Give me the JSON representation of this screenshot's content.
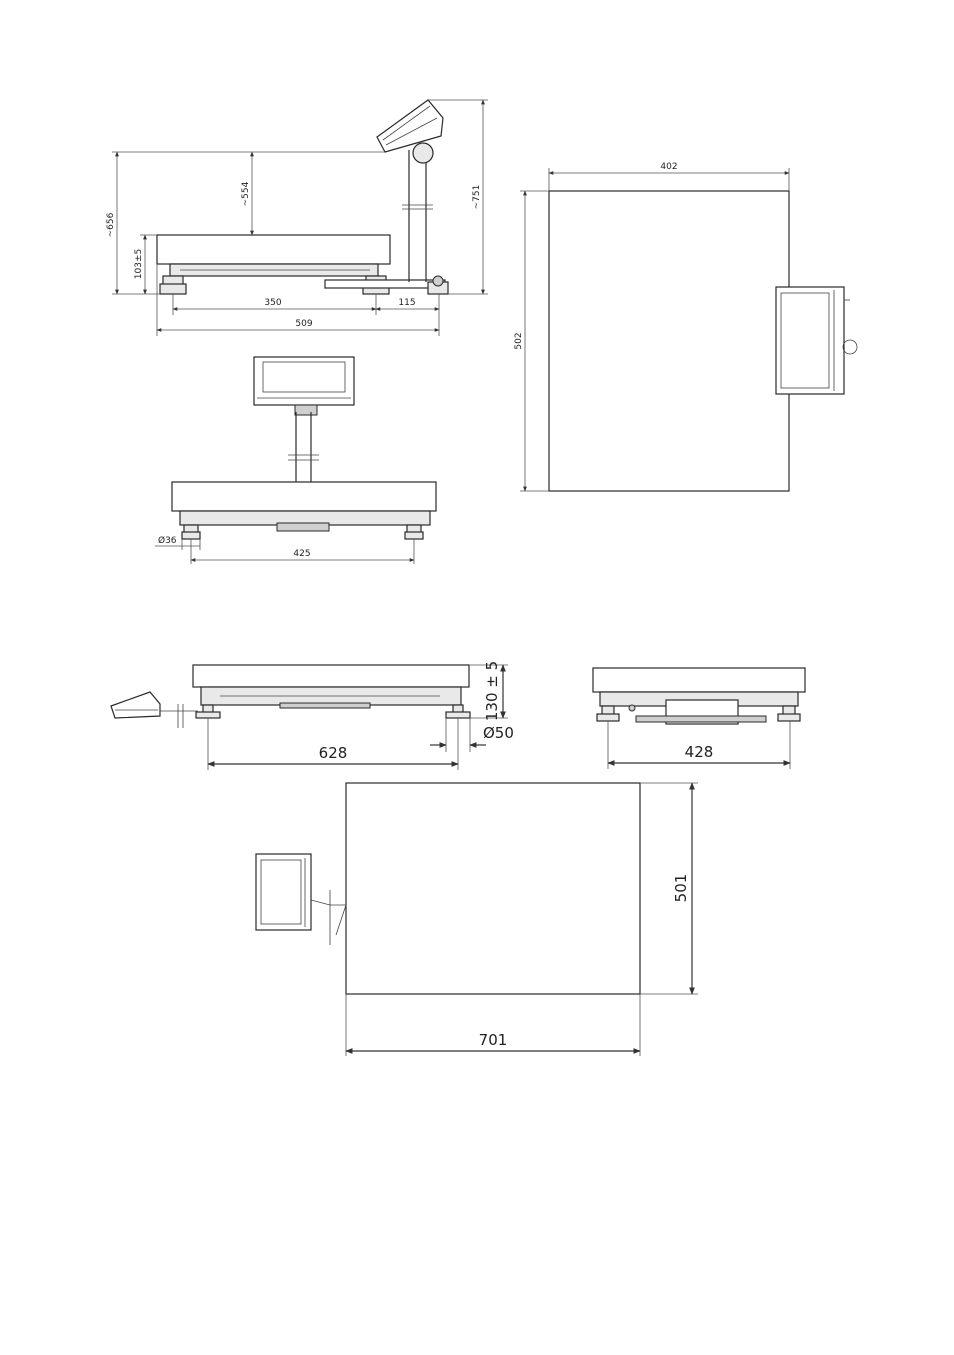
{
  "drawing_top": {
    "side_view": {
      "dim_total_height": "~656",
      "dim_display_height": "~554",
      "dim_stand_height": "~751",
      "dim_platform_height": "103±5",
      "dim_foot_spacing": "350",
      "dim_stand_offset": "115",
      "dim_total_length": "509"
    },
    "front_view": {
      "dim_foot_diameter": "Ø36",
      "dim_foot_spacing": "425"
    },
    "top_view": {
      "dim_width": "402",
      "dim_depth": "502"
    }
  },
  "drawing_bottom": {
    "side_view": {
      "dim_height": "130 ± 5",
      "dim_foot_diameter": "Ø50",
      "dim_foot_spacing": "628"
    },
    "front_view": {
      "dim_foot_spacing": "428"
    },
    "top_view": {
      "dim_depth": "501",
      "dim_width": "701"
    }
  }
}
